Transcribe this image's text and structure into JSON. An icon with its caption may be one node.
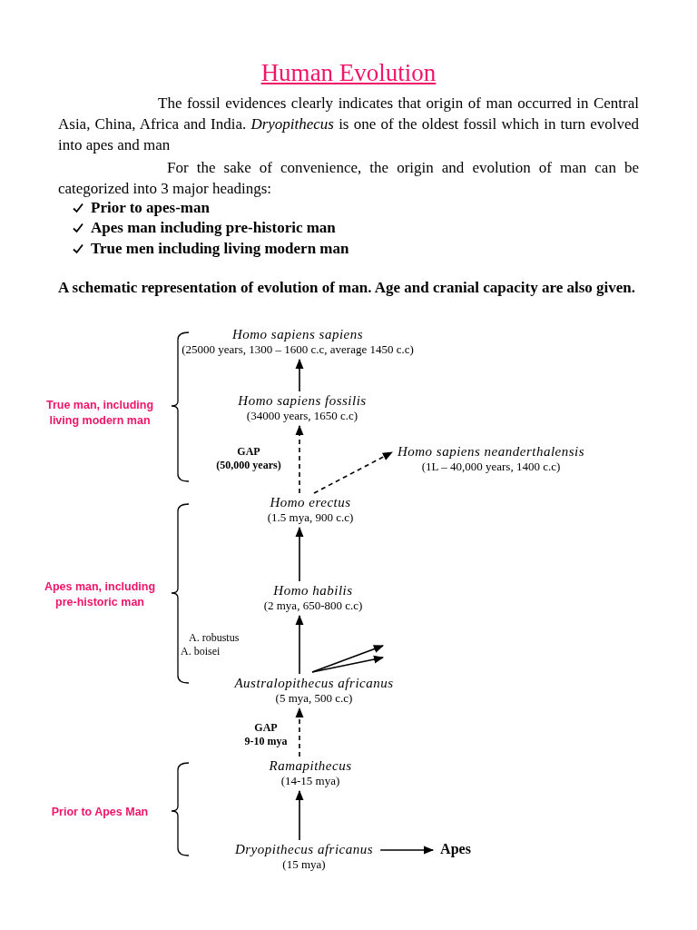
{
  "diagram": {
    "title": "Human Evolution",
    "caption": "A schematic representation of evolution of man. Age and cranial capacity are also given.",
    "nodes": [
      {
        "text": [
          "Homo sapiens sapiens",
          "(25000 years, 1300 – 1600 c.c, average 1450 c.c)"
        ]
      },
      {
        "text": [
          "Homo sapiens fossilis",
          "(34000 years, 1650 c.c)"
        ]
      },
      {
        "text": [
          "Homo sapiens neanderthalensis",
          "(1L – 40,000 years, 1400 c.c)"
        ]
      },
      {
        "text": [
          "Homo erectus",
          "(1.5 mya, 900 c.c)"
        ]
      },
      {
        "text": [
          "Homo habilis",
          "(2 mya, 650-800 c.c)"
        ]
      },
      {
        "text": [
          "Australopithecus africanus",
          "(5 mya, 500 c.c)"
        ]
      },
      {
        "text": [
          "Ramapithecus",
          "(14-15 mya)"
        ]
      },
      {
        "text": [
          "Dryopithecus africanus",
          "(15 mya)"
        ]
      },
      {
        "text": [
          "Apes"
        ]
      }
    ],
    "edges": [
      {
        "from": 1,
        "to": 0,
        "arrow": "to"
      },
      {
        "from": 3,
        "to": 1,
        "arrow": "to",
        "style": "dashed",
        "label": "GAP (50,000 years)"
      },
      {
        "from": 3,
        "to": 2,
        "arrow": "to",
        "style": "dashed"
      },
      {
        "from": 4,
        "to": 3,
        "arrow": "to"
      },
      {
        "from": 5,
        "to": 4,
        "arrow": "to"
      },
      {
        "from": 5,
        "to": null,
        "arrow": "to"
      },
      {
        "from": 5,
        "to": null,
        "arrow": "to"
      },
      {
        "from": 6,
        "to": 5,
        "arrow": "to",
        "style": "dashed",
        "label": "GAP 9-10 mya"
      },
      {
        "from": 7,
        "to": 6,
        "arrow": "to"
      },
      {
        "from": 7,
        "to": 8,
        "arrow": "to"
      }
    ],
    "labels": [
      "The fossil evidences clearly indicates that origin of man occurred in Central Asia, China, Africa and India. *Dryopithecus* is one of the oldest fossil which in turn evolved into apes and man",
      "For the sake of convenience, the origin and evolution of man can be categorized into 3 major headings:",
      "Prior to apes-man",
      "Apes man including pre-historic man",
      "True men including living modern man",
      "True man, including living modern man",
      "Apes man, including pre-historic man",
      "A. robustus",
      "A. boisei",
      "Prior to Apes Man"
    ]
  }
}
